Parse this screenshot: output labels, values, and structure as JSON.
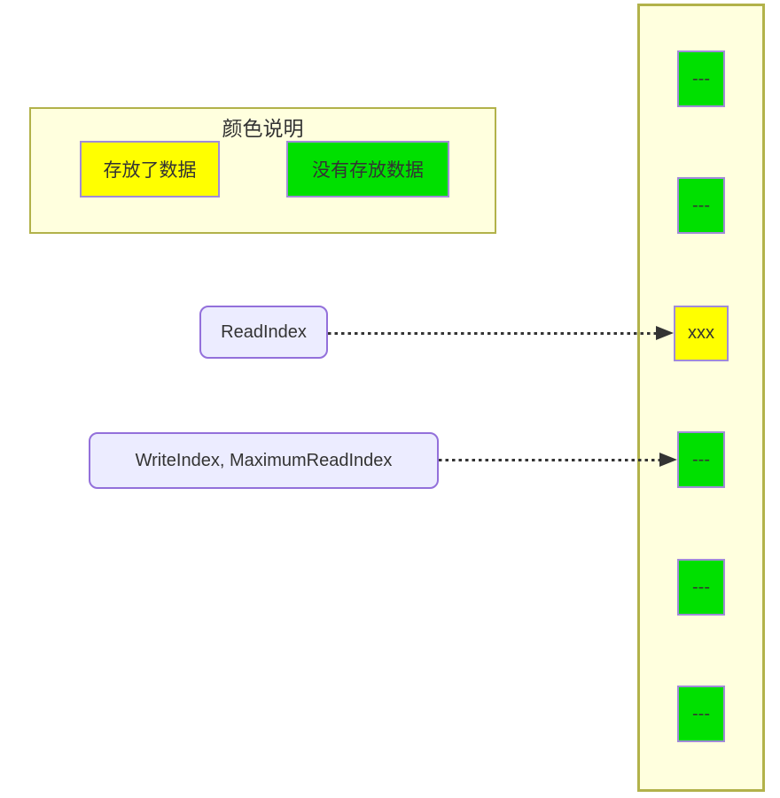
{
  "legend": {
    "title": "颜色说明",
    "filled_label": "存放了数据",
    "empty_label": "没有存放数据"
  },
  "pointers": {
    "read_index": {
      "label": "ReadIndex",
      "target_cell_index": 2
    },
    "write_index": {
      "label": "WriteIndex, MaximumReadIndex",
      "target_cell_index": 3
    }
  },
  "buffer": {
    "cells": [
      {
        "text": "---",
        "state": "empty"
      },
      {
        "text": "---",
        "state": "empty"
      },
      {
        "text": "xxx",
        "state": "filled"
      },
      {
        "text": "---",
        "state": "empty"
      },
      {
        "text": "---",
        "state": "empty"
      },
      {
        "text": "---",
        "state": "empty"
      }
    ]
  },
  "colors": {
    "filled_cell": "#FFFF00",
    "empty_cell": "#00E000",
    "container_fill": "#FFFFDE",
    "container_border": "#B2B24A",
    "pointer_fill": "#ECECFF",
    "pointer_border": "#9370DB",
    "arrow": "#333333",
    "text": "#333333"
  }
}
